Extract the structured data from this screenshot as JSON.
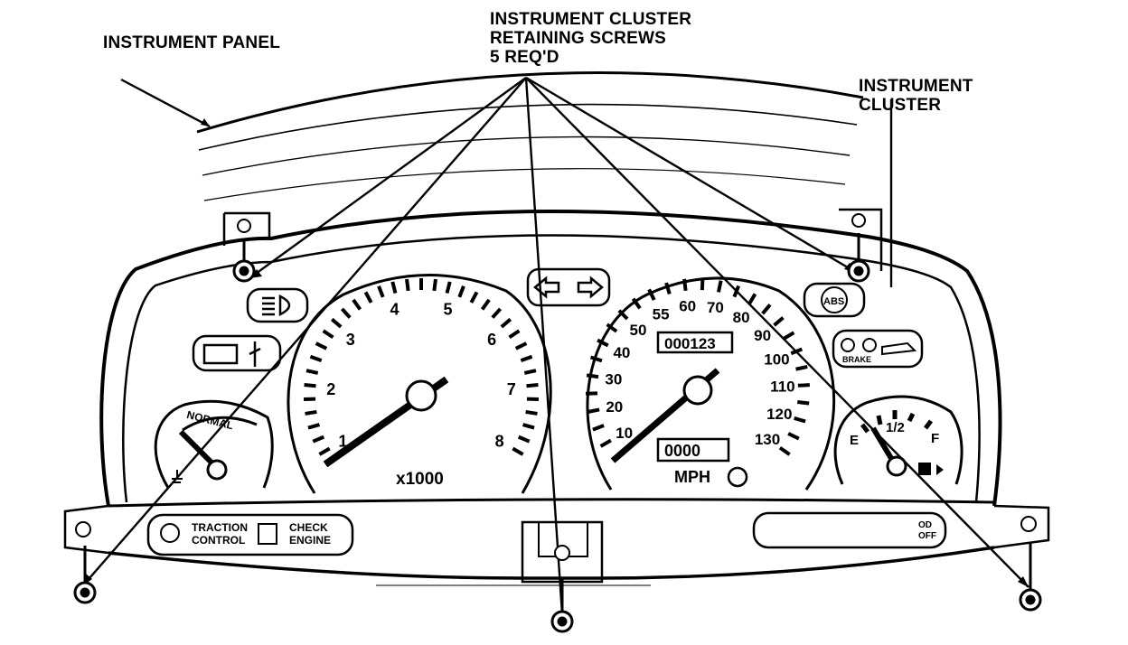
{
  "callouts": {
    "instrument_panel": "INSTRUMENT PANEL",
    "screws_line1": "INSTRUMENT CLUSTER",
    "screws_line2": "RETAINING SCREWS",
    "screws_line3": "5 REQ'D",
    "cluster_line1": "INSTRUMENT",
    "cluster_line2": "CLUSTER"
  },
  "tachometer": {
    "labels": [
      "1",
      "2",
      "3",
      "4",
      "5",
      "6",
      "7",
      "8"
    ],
    "multiplier": "x1000"
  },
  "speedometer": {
    "labels": [
      "10",
      "20",
      "30",
      "40",
      "50",
      "55",
      "60",
      "70",
      "80",
      "90",
      "100",
      "110",
      "120",
      "130"
    ],
    "odometer": "000123",
    "trip": "0000",
    "unit": "MPH"
  },
  "temp_gauge": {
    "label": "NORMAL"
  },
  "fuel_gauge": {
    "empty": "E",
    "half": "1/2",
    "full": "F"
  },
  "warnings": {
    "abs": "ABS",
    "brake": "BRAKE",
    "traction_1": "TRACTION",
    "traction_2": "CONTROL",
    "check_1": "CHECK",
    "check_2": "ENGINE",
    "od_1": "OD",
    "od_2": "OFF"
  },
  "colors": {
    "ink": "#000000",
    "paper": "#ffffff"
  }
}
